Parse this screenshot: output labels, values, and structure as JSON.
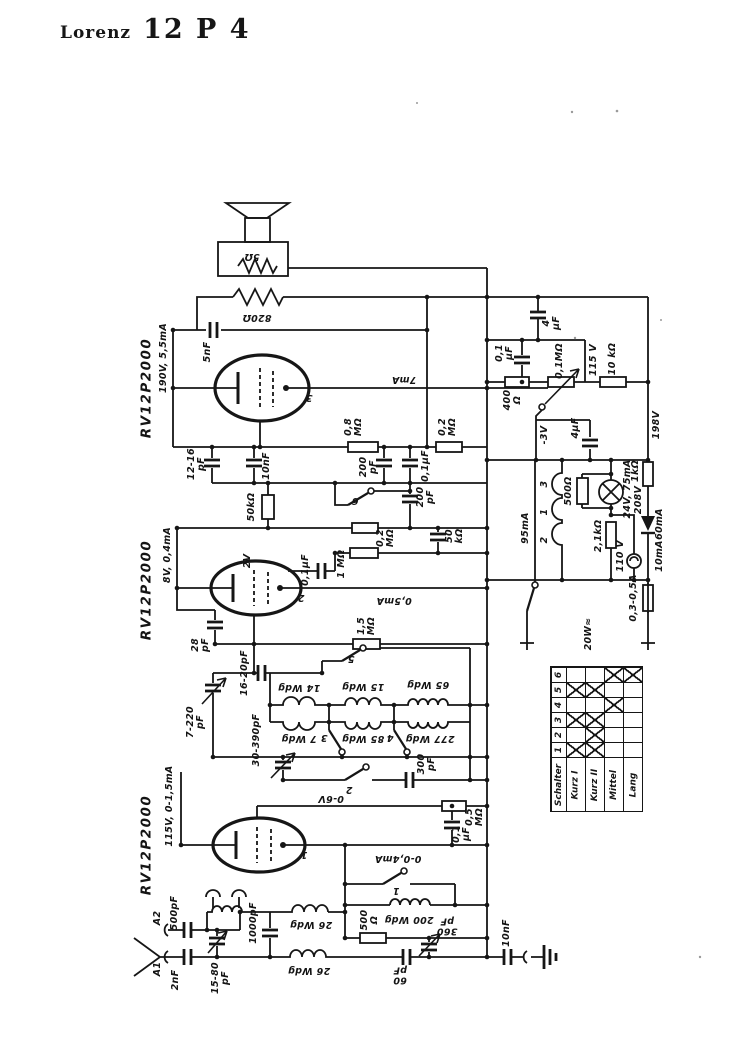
{
  "title": {
    "brand": "Lorenz",
    "model": "12 P 4"
  },
  "colors": {
    "ink": "#161616",
    "paper": "#ffffff"
  },
  "schematic": {
    "tubes": [
      "RV12P2000",
      "RV12P2000",
      "RV12P2000"
    ],
    "labels": {
      "spk_imp": "5Ω",
      "r820": "820Ω",
      "c5nf": "5nF",
      "va1": "190V, 5,5mA",
      "pin3": "3",
      "c1216": "12-16\npF",
      "c10nf": "10nF",
      "r08m": "0,8\nMΩ",
      "c200a": "200\npF",
      "i7ma": "7mA",
      "c01a": "0,1\nµF",
      "c4a": "4\nµF",
      "pot": "0,1MΩ",
      "v115": "115 V",
      "r400": "400\nΩ",
      "r10k": "10 kΩ",
      "v198": "198V",
      "vm3": "-3V",
      "c4b": "4µF",
      "r02a": "0,2\nMΩ",
      "c01b": "0,1µF",
      "c200c": "200\npF",
      "sw6": "6",
      "r50ka": "50kΩ",
      "r50kb": "50\nkΩ",
      "i95": "95mA",
      "tap3": "3",
      "tap1": "1",
      "tap2": "2",
      "r500t": "500Ω",
      "lamp": "24V, 75mA",
      "r1k": "1kΩ",
      "v208": "208V",
      "i60": "60mA",
      "i10": "10mA",
      "r21k": "2,1kΩ",
      "v110": "110 V",
      "fuse": "0,3-0,5A",
      "pw": "20W≈",
      "va2": "8V, 0,4mA",
      "v2": "2V",
      "pin2": "2",
      "c01c": "0,1µF",
      "r02b": "0,2\nMΩ",
      "r1m": "1 MΩ",
      "i05": "0,5mA",
      "r15m": "1,5\nMΩ",
      "c28": "28\npF",
      "c1620": "16-20pF",
      "sw5": "5",
      "l14": "14 Wdg",
      "l15": "15 Wdg",
      "l65": "65 Wdg",
      "l7": "7 Wdg",
      "l85": "85 Wdg",
      "l277": "277 Wdg",
      "c7220": "7-220\npF",
      "c30390": "30-390pF",
      "sw3": "3",
      "sw4": "4",
      "sw2": "2",
      "c300": "300\npF",
      "va3": "115V, 0-1,5mA",
      "v06": "0-6V",
      "pin1": "1",
      "i004": "0-0,4mA",
      "r05m": "0,5\nMΩ",
      "c01d": "0,1\nµF",
      "c1000": "1000pF",
      "l26a": "26 Wdg",
      "l26b": "26 Wdg",
      "l200": "200 Wdg",
      "a2": "A2",
      "c500p": "500pF",
      "a1": "A1",
      "c2nf": "2nF",
      "c1580": "15-80\npF",
      "r500b": "500\nΩ",
      "sw1": "1",
      "c360": "360\npF",
      "c60": "60\npF",
      "c10nfb": "10nF"
    },
    "switch_table": {
      "header": "Schalter",
      "switch_numbers": [
        "1",
        "2",
        "3",
        "4",
        "5",
        "6"
      ],
      "bands": [
        {
          "name": "Kurz I",
          "closed": [
            1,
            3,
            5
          ]
        },
        {
          "name": "Kurz II",
          "closed": [
            1,
            2,
            3,
            5
          ]
        },
        {
          "name": "Mittel",
          "closed": [
            4,
            6
          ]
        },
        {
          "name": "Lang",
          "closed": [
            6
          ]
        }
      ]
    }
  }
}
